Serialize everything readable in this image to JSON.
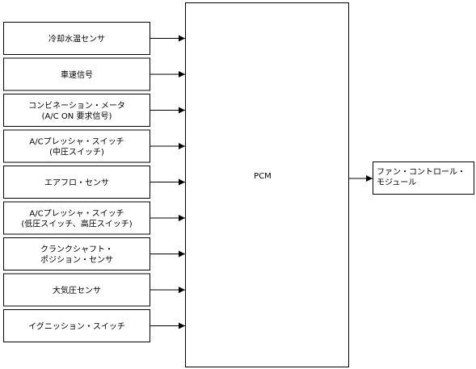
{
  "inputs": [
    {
      "lines": [
        "冷却水温センサ"
      ]
    },
    {
      "lines": [
        "車速信号"
      ]
    },
    {
      "lines": [
        "コンビネーション・メータ",
        "(A/C ON 要求信号)"
      ]
    },
    {
      "lines": [
        "A/Cプレッシャ・スイッチ",
        "(中圧スイッチ)"
      ]
    },
    {
      "lines": [
        "エアフロ・センサ"
      ]
    },
    {
      "lines": [
        "A/Cプレッシャ・スイッチ",
        "(低圧スイッチ、高圧スイッチ)"
      ]
    },
    {
      "lines": [
        "クランクシャフト・",
        "ポジション・センサ"
      ]
    },
    {
      "lines": [
        "大気圧センサ"
      ]
    },
    {
      "lines": [
        "イグニッション・スイッチ"
      ]
    }
  ],
  "controller": {
    "label": "PCM"
  },
  "output": {
    "lines": [
      "ファン・コントロール・",
      "モジュール"
    ]
  },
  "colors": {
    "stroke": "#000000",
    "fill": "#ffffff"
  }
}
